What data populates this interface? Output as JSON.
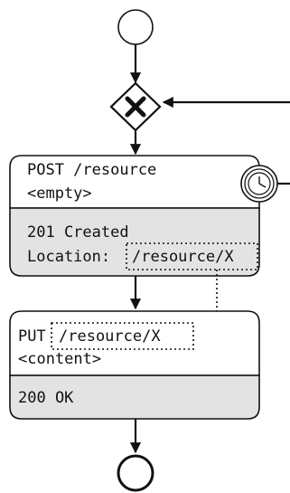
{
  "task1": {
    "request_line1": "POST /resource",
    "request_line2": "<empty>",
    "response_line1": "201 Created",
    "response_line2_prefix": "Location:",
    "response_line2_link": "/resource/X"
  },
  "task2": {
    "request_prefix": "PUT",
    "request_link": "/resource/X",
    "request_line2": "<content>",
    "response_line1": "200 OK"
  },
  "icons": {
    "start": "start-event-circle",
    "gateway": "exclusive-gateway-x-icon",
    "timer": "timer-clock-icon",
    "end": "end-event-circle"
  },
  "colors": {
    "stroke": "#111111",
    "response_fill": "#e3e3e3",
    "box_fill": "#ffffff"
  }
}
